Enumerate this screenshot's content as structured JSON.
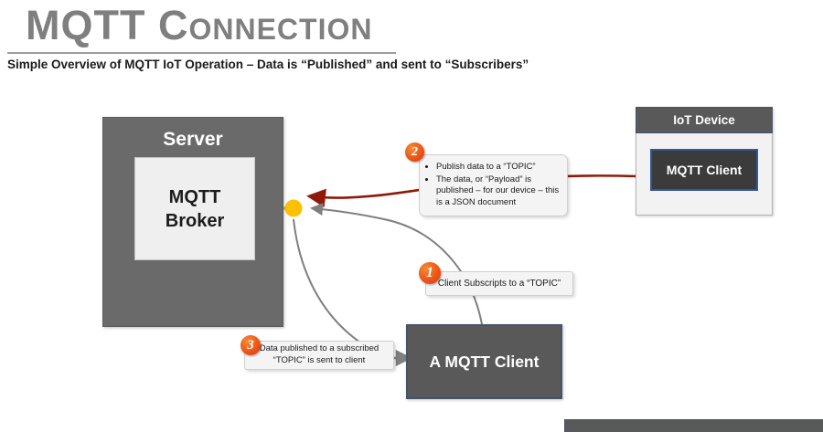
{
  "page": {
    "title": "MQTT Connection",
    "subtitle": "Simple Overview of MQTT IoT Operation – Data is “Published” and sent to “Subscribers”"
  },
  "diagram": {
    "server": {
      "label": "Server",
      "broker_label": "MQTT Broker"
    },
    "iot_device": {
      "label": "IoT Device",
      "client_label": "MQTT Client"
    },
    "subscriber_box": {
      "label": "A MQTT Client"
    },
    "callouts": [
      {
        "number": "1",
        "text": "Client Subscripts to a “TOPIC”"
      },
      {
        "number": "2",
        "bullets": [
          "Publish data  to a “TOPIC”",
          "The data, or “Payload” is published – for our device – this is a JSON document"
        ]
      },
      {
        "number": "3",
        "lines": [
          "Data published to a subscribed",
          "“TOPIC” is sent to client"
        ]
      }
    ],
    "connections": [
      {
        "name": "publish-arrow",
        "from": "IoT Device MQTT Client",
        "to": "MQTT Broker connection point",
        "color": "#8f1a0a"
      },
      {
        "name": "subscribe-arrow",
        "from": "A MQTT Client",
        "to": "MQTT Broker connection point",
        "color": "#7f7f7f"
      },
      {
        "name": "deliver-curve",
        "from": "MQTT Broker connection point",
        "to": "callout 3",
        "color": "#7f7f7f"
      },
      {
        "name": "callout3-to-client-arrow",
        "from": "callout 3",
        "to": "A MQTT Client",
        "color": "#7f7f7f"
      }
    ],
    "colors": {
      "title_gray": "#7f7f7f",
      "server_fill": "#6a6a6a",
      "box_fill_dark": "#595959",
      "broker_fill": "#efefef",
      "callout_fill": "#f4f4f4",
      "badge_orange": "#e8490f",
      "connector_orange": "#ffc000",
      "publish_red": "#8f1a0a",
      "arrow_gray": "#7f7f7f",
      "client_border_blue": "#2e5aa0",
      "dark_border_navy": "#44546a"
    }
  }
}
